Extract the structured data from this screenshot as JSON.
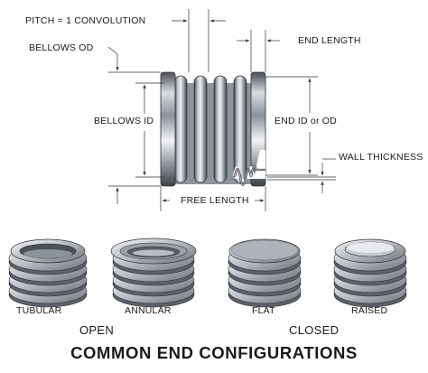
{
  "diagram": {
    "labels": {
      "pitch": "PITCH = 1 CONVOLUTION",
      "bellows_od": "BELLOWS OD",
      "end_length": "END LENGTH",
      "bellows_id": "BELLOWS ID",
      "end_id_or_od": "END ID or OD",
      "wall_thickness": "WALL THICKNESS",
      "free_length": "FREE LENGTH"
    }
  },
  "configurations": {
    "items": [
      "TUBULAR",
      "ANNULAR",
      "FLAT",
      "RAISED"
    ],
    "groups": [
      "OPEN",
      "CLOSED"
    ],
    "title": "COMMON END CONFIGURATIONS"
  },
  "colors": {
    "metal_dark": "#3a3d42",
    "metal_mid": "#9aa0a8",
    "metal_light": "#e6e9ec",
    "line": "#333333"
  }
}
